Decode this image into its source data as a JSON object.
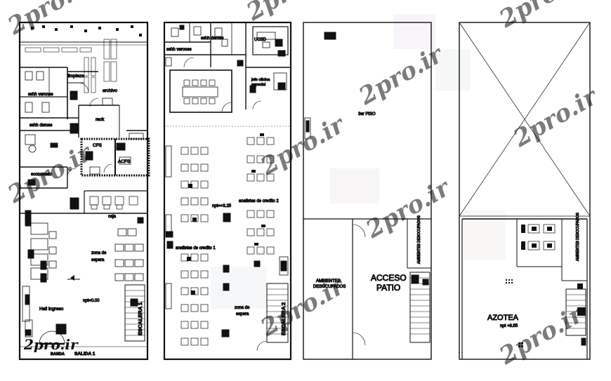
{
  "watermark": {
    "text": "2pro.ir",
    "logo_text": "2pro.ir",
    "logo_color": "#d0121b",
    "tint_color": "#f4c6ce"
  },
  "plan1": {
    "rooms": {
      "limpieza": "limpieza",
      "archivo": "archivo",
      "sshh_varones": "sshh varones",
      "sshh_damas": "sshh damas",
      "rack": "rack",
      "cfs": "CFS",
      "acfs": "ACFS",
      "economato": "economato",
      "caja": "caja",
      "zona_espera_1": "zona de",
      "zona_espera_2": "espera",
      "hall": "Hall ingreso",
      "npt": "npt=0.00",
      "escalera": "ESCALERA 1",
      "salida": "SALIDA 1",
      "banda": "BANDA"
    }
  },
  "plan2": {
    "rooms": {
      "sshh_damas": "sshh damas",
      "sshh_varones": "sshh varones",
      "ucsd": "UCSD",
      "jefe_1": "jefe oficina",
      "jefe_2": "especial",
      "npt": "npt=+3.25",
      "analistas_2": "analistas de credito 2",
      "analistas_1": "analistas de credito 1",
      "zona_espera_1": "zona de",
      "zona_espera_2": "espera",
      "escalera": "ESCALERA 2"
    }
  },
  "plan3": {
    "rooms": {
      "piso": "3er PISO",
      "amb_1": "AMBIENTES",
      "amb_2": "DESOCUPADOS",
      "acceso_1": "ACCESO",
      "acceso_2": "PATIO",
      "amb_v": "AMBIENTES DESOCUPADOS"
    }
  },
  "plan4": {
    "rooms": {
      "azotea": "AZOTEA",
      "npt": "npt +8.55",
      "amb_v": "AMBIENTES DESOCUPADOS"
    }
  }
}
